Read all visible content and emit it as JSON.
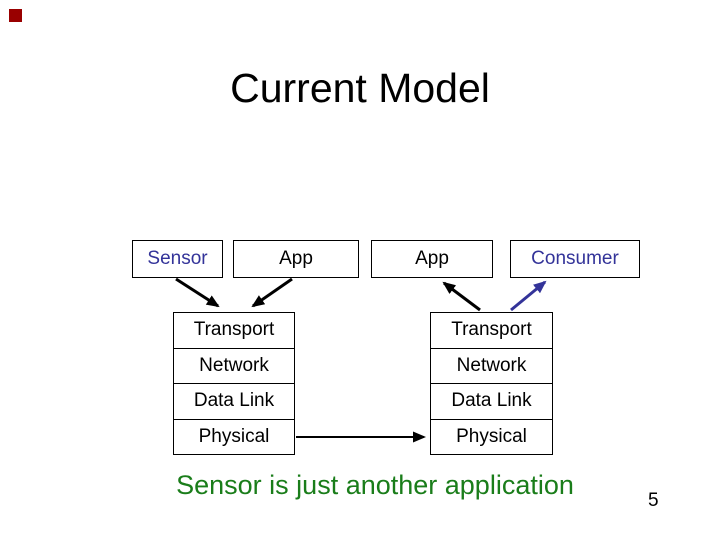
{
  "slide": {
    "title": "Current Model",
    "footer_note": "Sensor is just another application",
    "page_number": "5"
  },
  "diagram": {
    "top_boxes": [
      {
        "label": "Sensor"
      },
      {
        "label": "App"
      },
      {
        "label": "App"
      },
      {
        "label": "Consumer"
      }
    ],
    "left_stack_layers": [
      "Transport",
      "Network",
      "Data Link",
      "Physical"
    ],
    "right_stack_layers": [
      "Transport",
      "Network",
      "Data Link",
      "Physical"
    ],
    "arrows": [
      {
        "name": "sensor-to-left-stack",
        "color": "black"
      },
      {
        "name": "app1-to-left-stack",
        "color": "black"
      },
      {
        "name": "right-stack-to-app2",
        "color": "black"
      },
      {
        "name": "right-stack-to-consumer",
        "color": "navy"
      },
      {
        "name": "physical-to-physical",
        "color": "black"
      }
    ]
  },
  "colors": {
    "title_text": "#000000",
    "navy_text": "#333399",
    "arrow_black": "#000000",
    "arrow_navy": "#333399",
    "footer_green": "#1a7d1a",
    "corner_mark_red": "#990000"
  }
}
